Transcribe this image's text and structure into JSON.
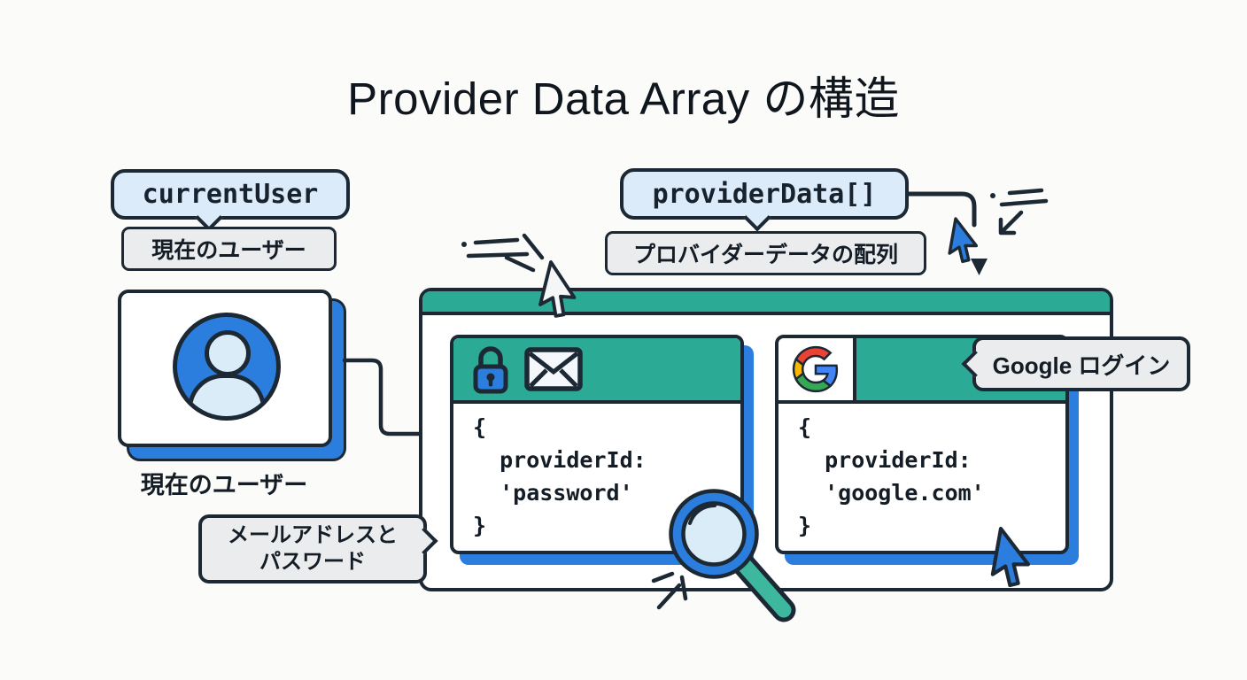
{
  "title": "Provider Data Array の構造",
  "colors": {
    "bg": "#fbfbf9",
    "dark": "#1c2833",
    "teal": "#2baa95",
    "blue": "#2b7ede",
    "lightblue": "#dcebfa",
    "gray": "#eaeced",
    "lens": "#d9ecf8",
    "handle": "#3eb79f",
    "cursorwhite": "#f4f6f8",
    "gred": "#ea4335",
    "gyellow": "#f7b705",
    "ggreen": "#34a853",
    "gblue": "#4285f4"
  },
  "current_user": {
    "code_label": "currentUser",
    "jp_label": "現在のユーザー",
    "card_caption": "現在のユーザー"
  },
  "provider_data": {
    "code_label": "providerData[]",
    "jp_label": "プロバイダーデータの配列"
  },
  "email_bubble": {
    "line1": "メールアドレスと",
    "line2": "パスワード"
  },
  "google_bubble": {
    "label": "Google ログイン"
  },
  "provider_cards": {
    "password": {
      "icons": [
        "lock-icon",
        "envelope-icon"
      ],
      "code": "{\n  providerId:\n  'password'\n}"
    },
    "google": {
      "icons": [
        "google-logo-icon"
      ],
      "code": "{\n  providerId:\n  'google.com'\n}"
    }
  },
  "decoration_icons": [
    "cursor-arrow-icon",
    "click-burst-icon",
    "speed-lines-icon",
    "magnifier-icon",
    "down-arrow-icon",
    "diagonal-arrow-icon"
  ]
}
